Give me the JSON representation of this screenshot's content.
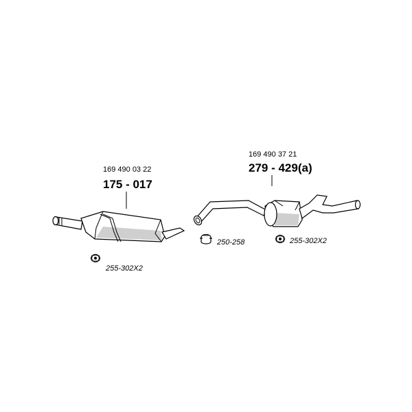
{
  "parts": [
    {
      "oem_number": "169 490 03 22",
      "part_number": "175 - 017",
      "component": "middle-silencer"
    },
    {
      "oem_number": "169 490 37 21",
      "part_number": "279 - 429(a)",
      "component": "rear-silencer"
    }
  ],
  "accessories": [
    {
      "code": "255-302X2",
      "icon": "rubber-hanger-icon"
    },
    {
      "code": "250-258",
      "icon": "pipe-clamp-icon"
    },
    {
      "code": "255-302X2",
      "icon": "rubber-hanger-icon"
    }
  ]
}
